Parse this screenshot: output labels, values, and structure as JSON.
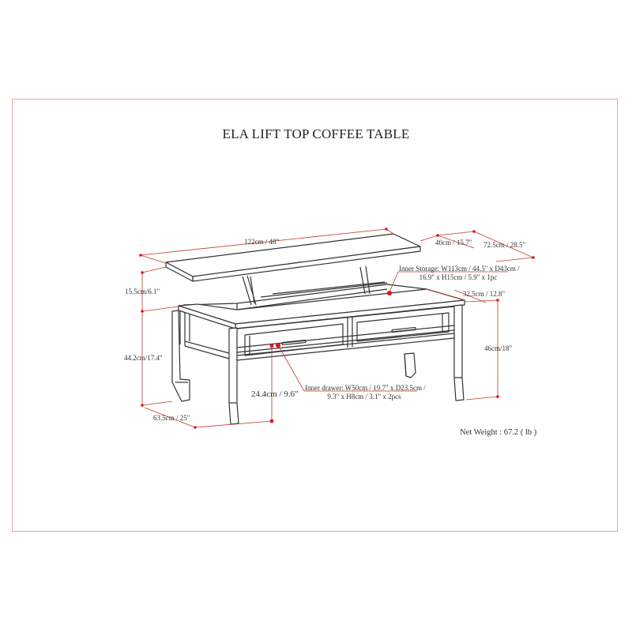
{
  "title": "ELA LIFT TOP COFFEE TABLE",
  "colors": {
    "frame": "#e8a3a6",
    "dimension_line": "#c0392b",
    "dimension_dot": "#e0141b",
    "drawing_line": "#333333",
    "text": "#333333"
  },
  "dimensions": {
    "overall_width": "122cm / 48\"",
    "top_depth": "40cm / 15.7\"",
    "overall_depth": "72.5cm / 28.5\"",
    "lift_height": "15.5cm/6.1\"",
    "total_height_raised": "44.2cm/17.4\"",
    "table_height": "46cm/18\"",
    "base_depth": "32.5cm / 12.8\"",
    "base_width": "63.5cm / 25\"",
    "clearance_height": "24.4cm / 9.6\""
  },
  "callouts": {
    "inner_storage": {
      "line1": "Inner Storage:  W113cm / 44.5\" x D43cm /",
      "line2": "16.9\" x H15cm / 5.9\" x 1pc"
    },
    "inner_drawer": {
      "line1": "Inner drawer:  W50cm / 19.7\" x D23.5cm /",
      "line2": "9.3\" x H8cm / 3.1\" x 2pcs"
    }
  },
  "net_weight": "Net Weight : 67.2 ( lb )"
}
